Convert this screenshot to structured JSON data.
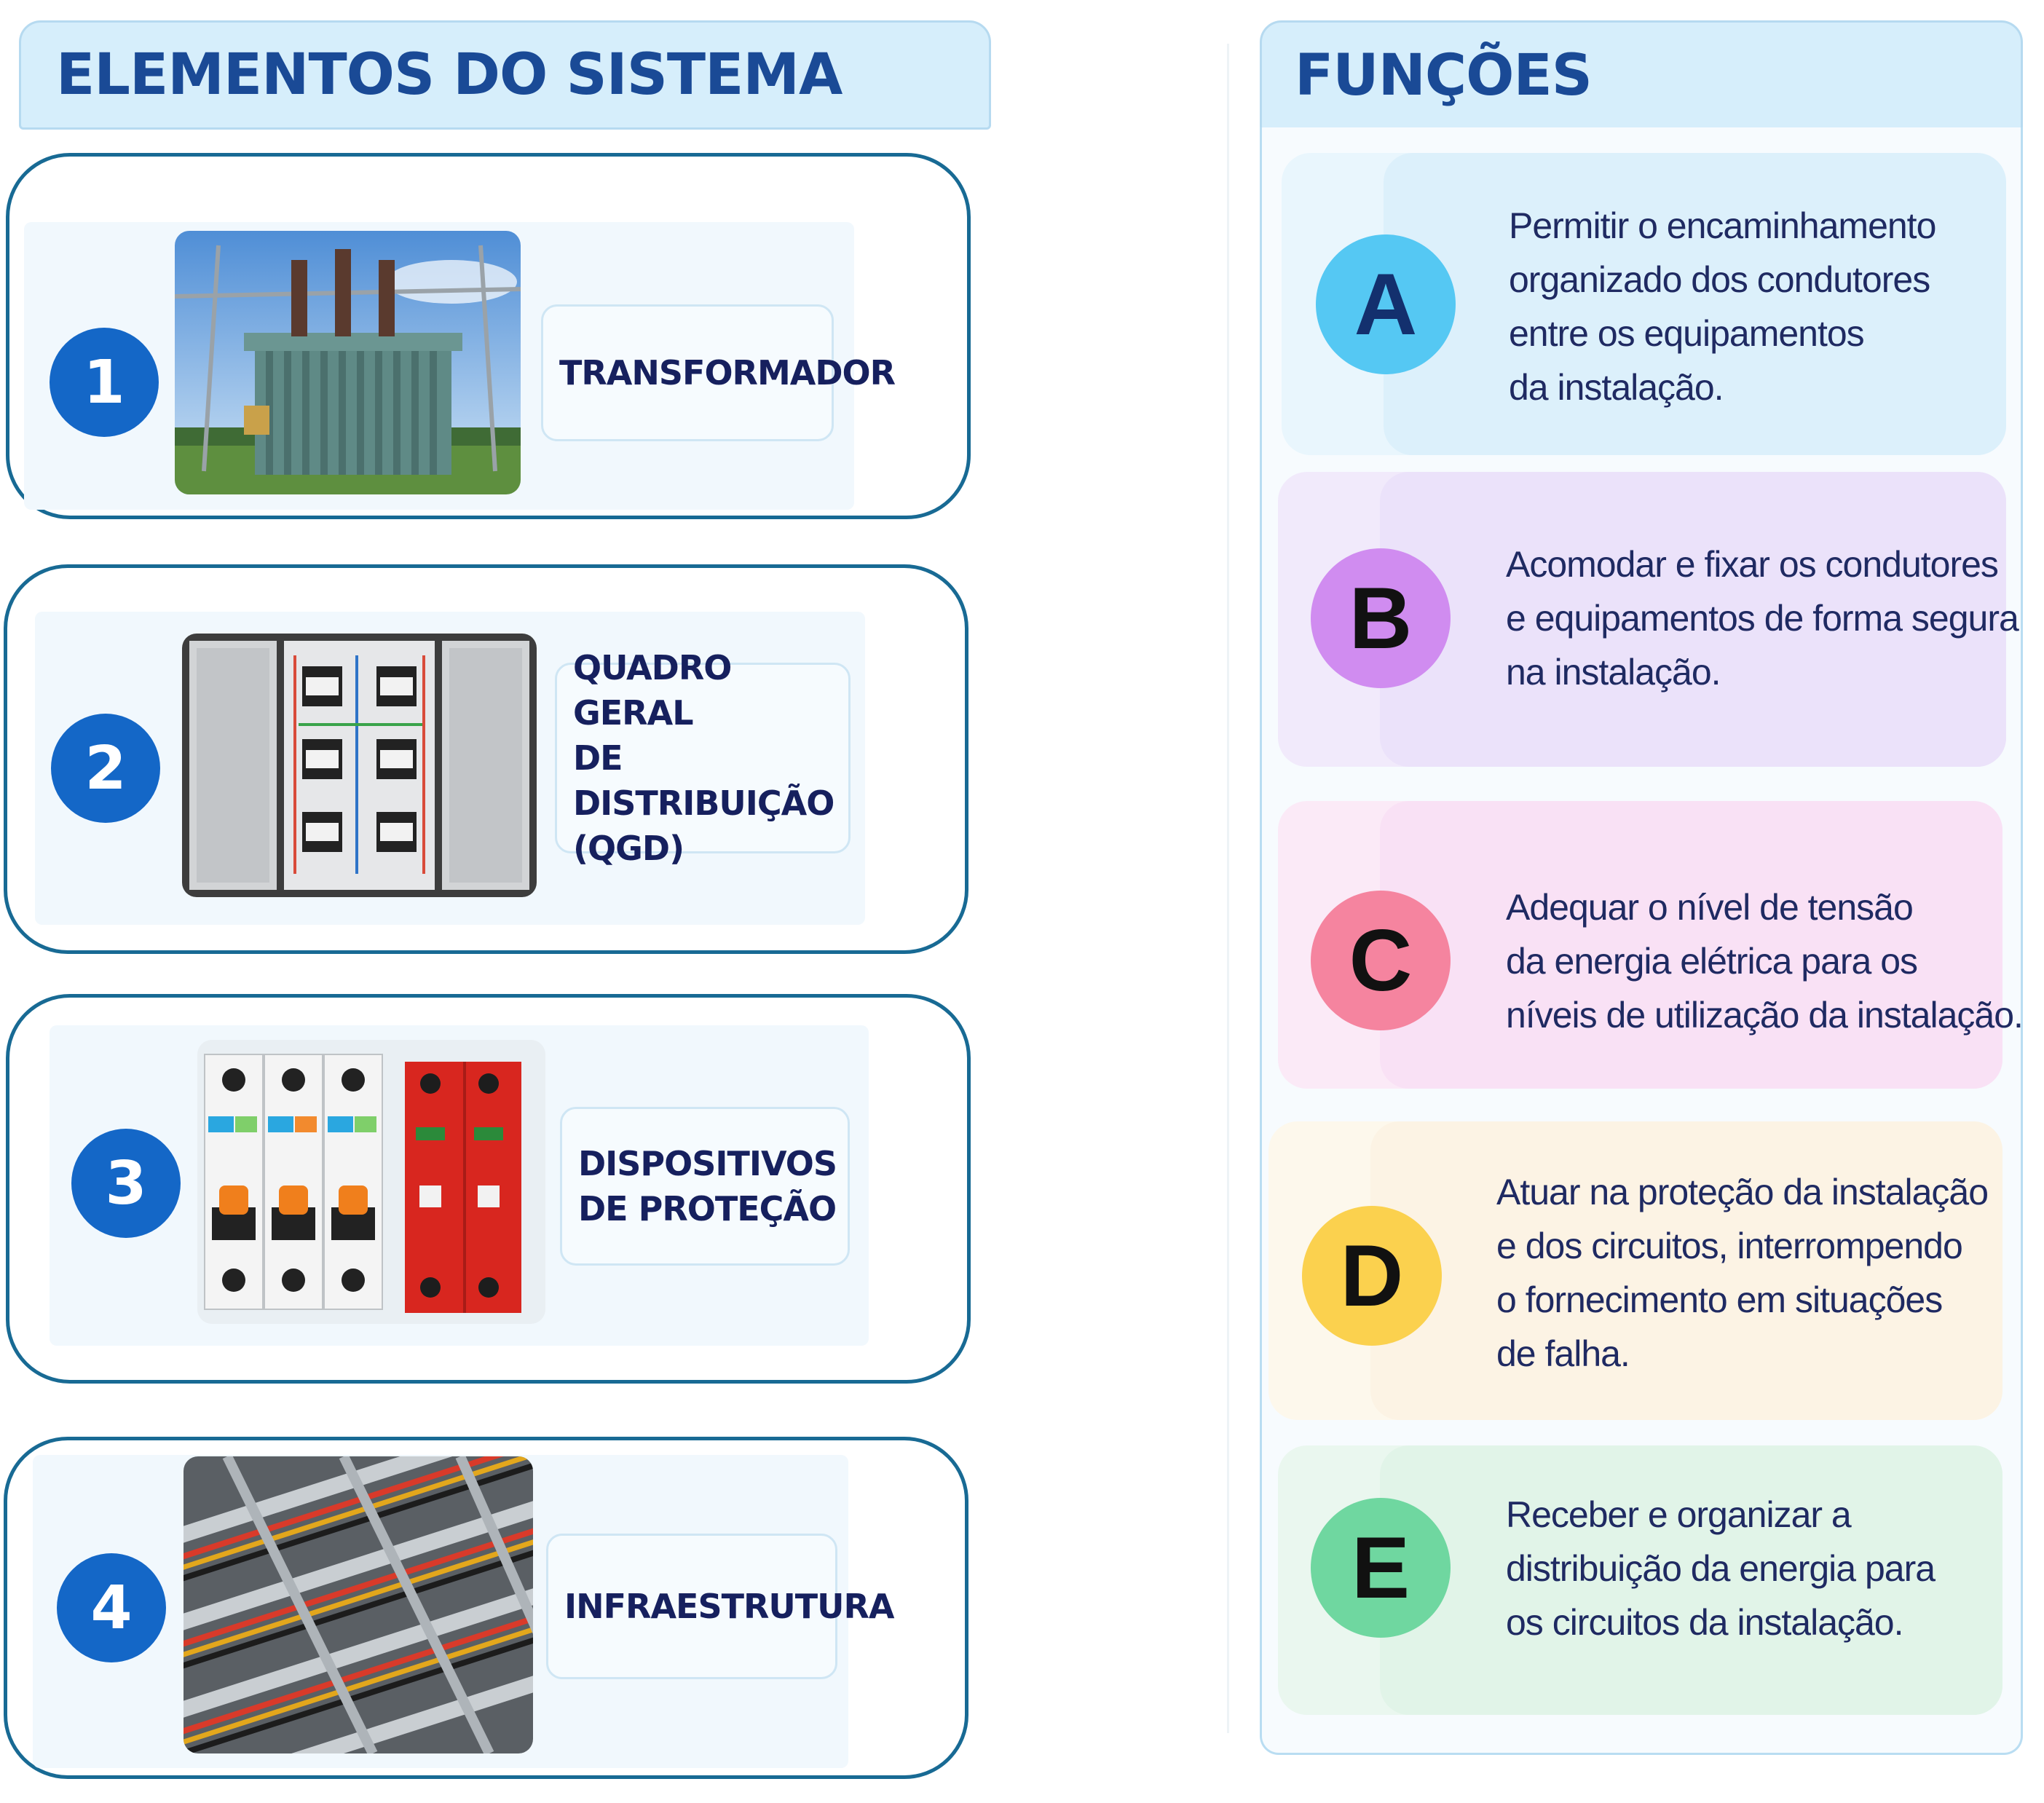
{
  "left_header": "ELEMENTOS DO SISTEMA",
  "right_header": "FUNÇÕES",
  "elements": [
    {
      "number": "1",
      "label": "TRANSFORMADOR",
      "image_icon": "transformer-photo"
    },
    {
      "number": "2",
      "label": "QUADRO GERAL\nDE DISTRIBUIÇÃO\n(QGD)",
      "image_icon": "distribution-panel-photo"
    },
    {
      "number": "3",
      "label": "DISPOSITIVOS\nDE PROTEÇÃO",
      "image_icon": "circuit-breakers-photo"
    },
    {
      "number": "4",
      "label": "INFRAESTRUTURA",
      "image_icon": "cable-trays-photo"
    }
  ],
  "functions": [
    {
      "letter": "A",
      "text": "Permitir o encaminhamento\norganizado dos condutores\nentre os equipamentos\nda instalação.",
      "color": "#55c8f3"
    },
    {
      "letter": "B",
      "text": "Acomodar e fixar os condutores\ne equipamentos de forma segura\nna instalação.",
      "color": "#d08cf0"
    },
    {
      "letter": "C",
      "text": "Adequar o nível de tensão\nda energia elétrica para os\nníveis de utilização da instalação.",
      "color": "#f5849f"
    },
    {
      "letter": "D",
      "text": "Atuar na proteção da instalação\ne dos circuitos, interrompendo\no fornecimento em situações\nde falha.",
      "color": "#fbd14e"
    },
    {
      "letter": "E",
      "text": "Receber e organizar a\ndistribuição da energia para\nos circuitos da instalação.",
      "color": "#6fd7a0"
    }
  ]
}
